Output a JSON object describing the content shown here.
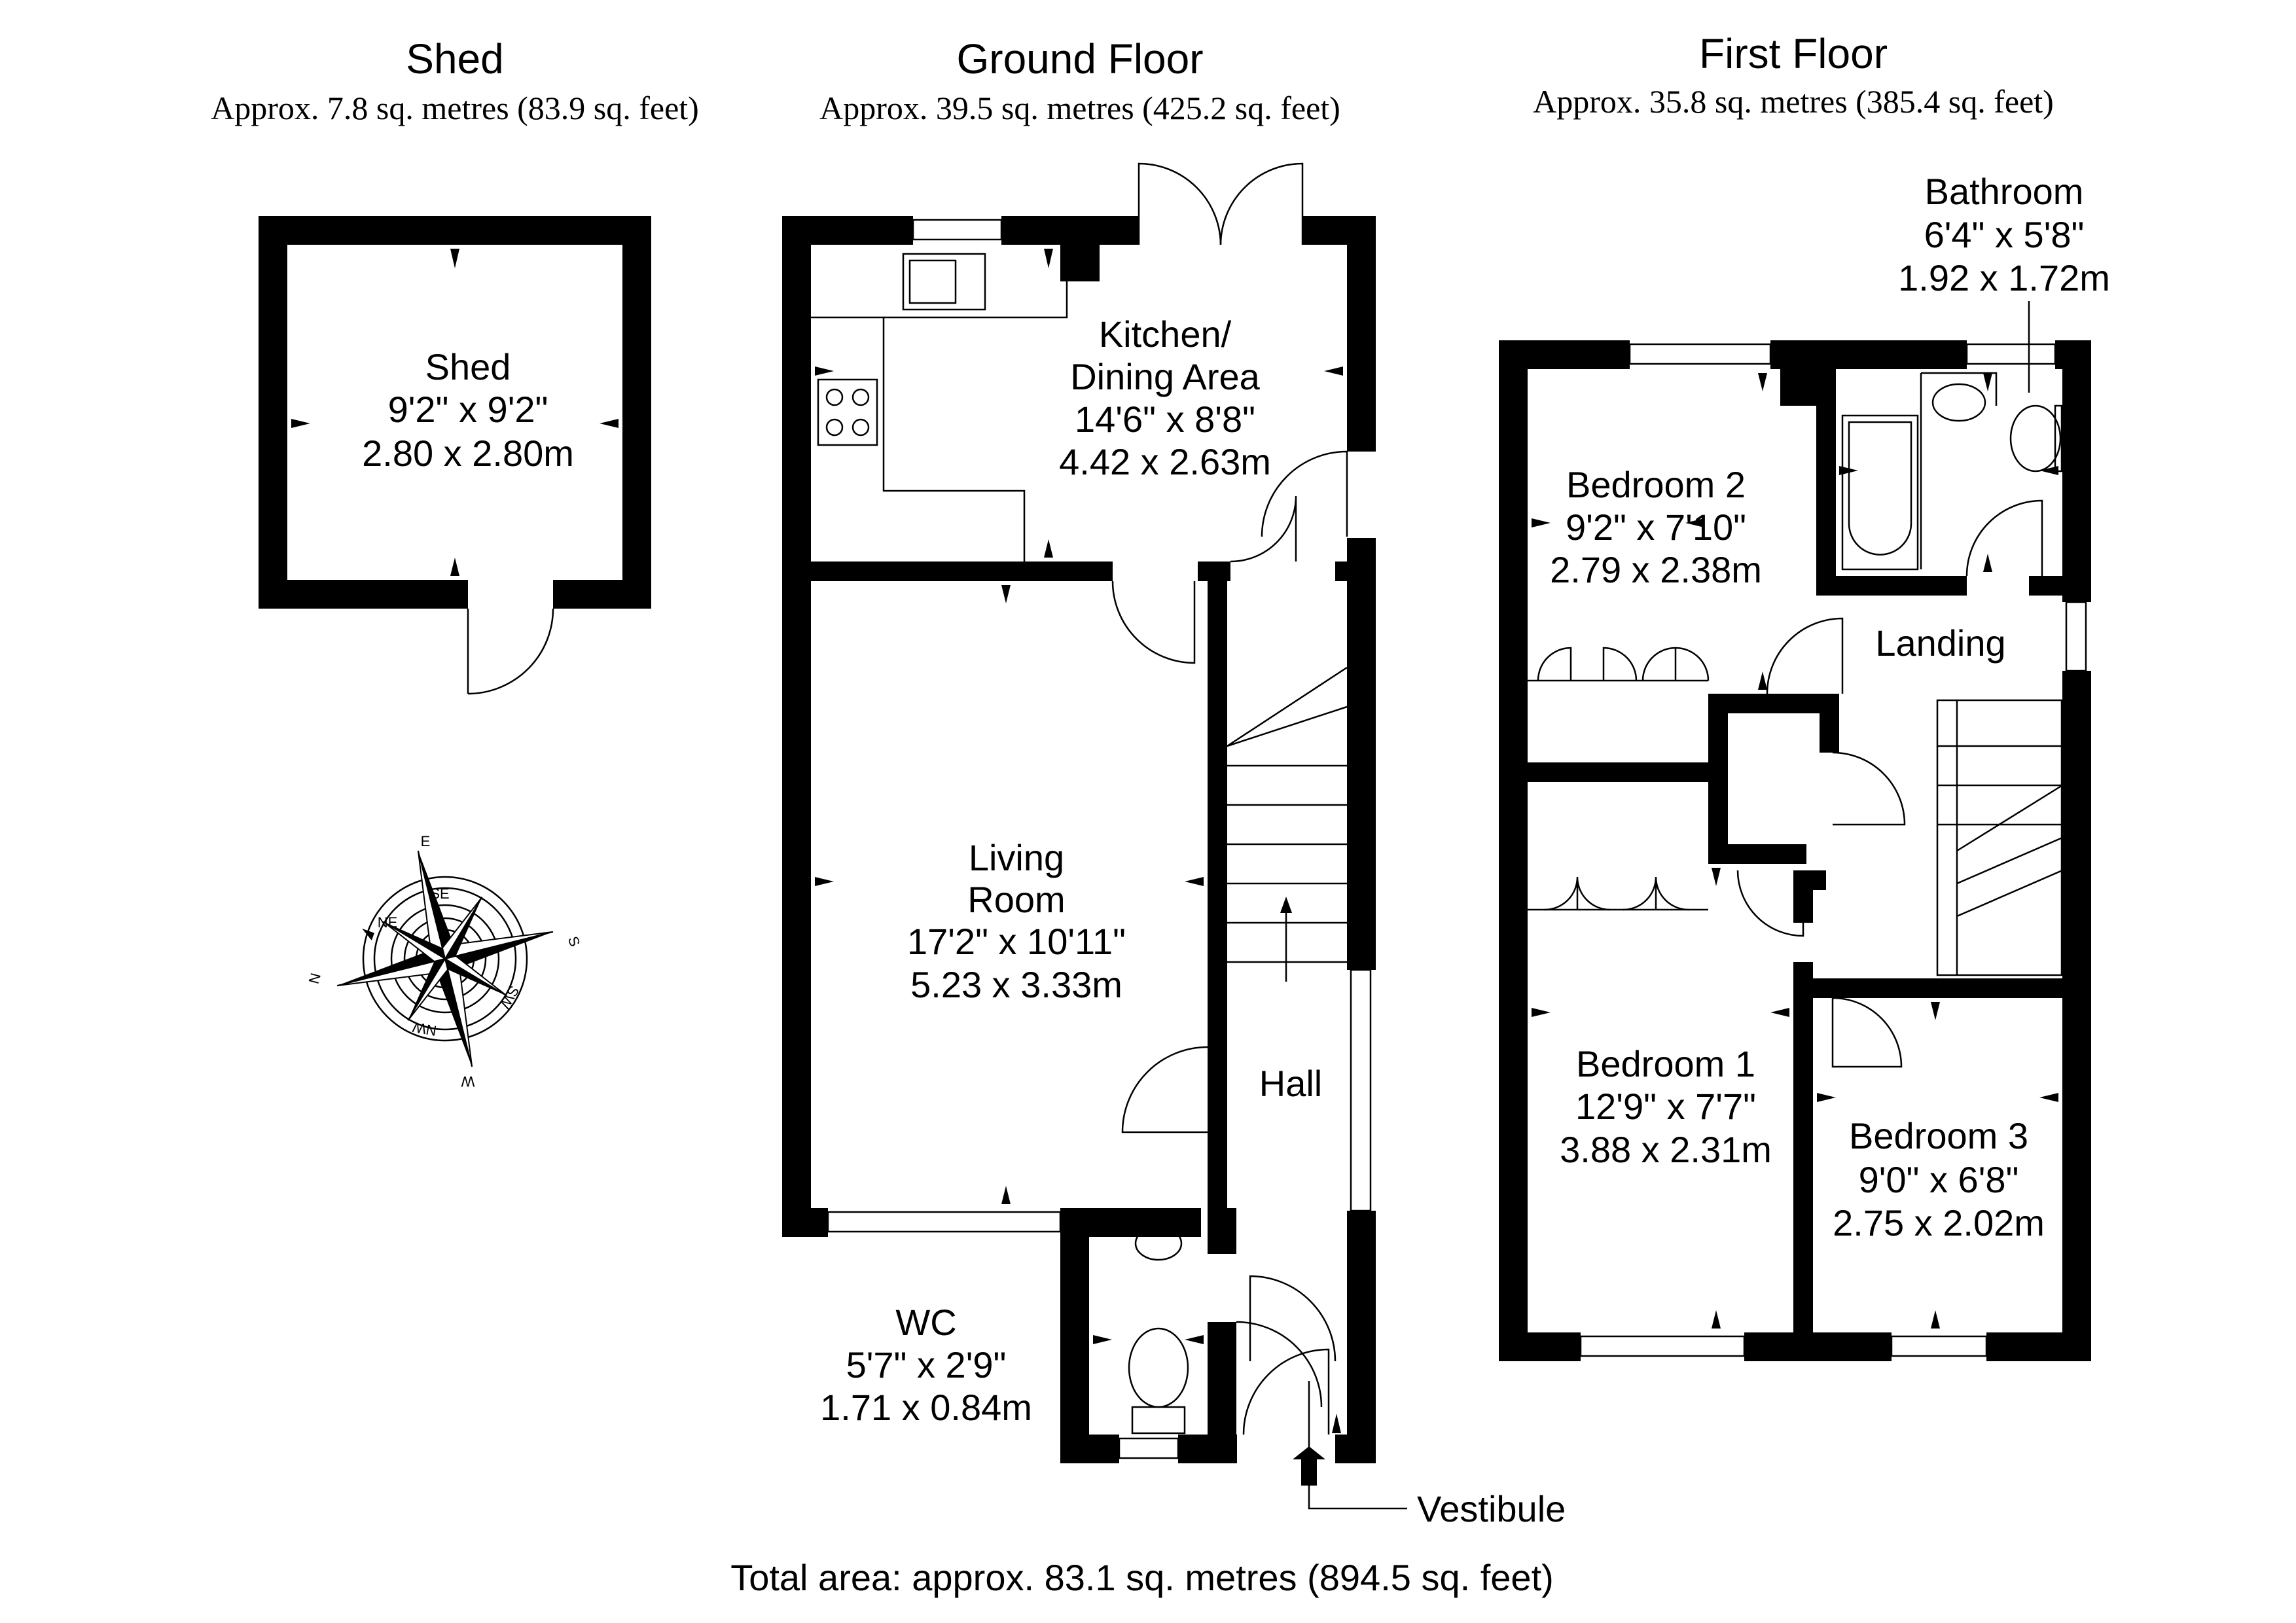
{
  "headings": {
    "shed": {
      "title": "Shed",
      "area": "Approx. 7.8 sq. metres (83.9 sq. feet)"
    },
    "ground": {
      "title": "Ground Floor",
      "area": "Approx. 39.5 sq. metres (425.2 sq. feet)"
    },
    "first": {
      "title": "First Floor",
      "area": "Approx. 35.8 sq. metres (385.4 sq. feet)"
    }
  },
  "rooms": {
    "shed": {
      "name": "Shed",
      "imperial": "9'2\" x 9'2\"",
      "metric": "2.80 x 2.80m"
    },
    "kitchen": {
      "name_line1": "Kitchen/",
      "name_line2": "Dining Area",
      "imperial": "14'6\" x 8'8\"",
      "metric": "4.42 x 2.63m"
    },
    "living": {
      "name_line1": "Living",
      "name_line2": "Room",
      "imperial": "17'2\" x 10'11\"",
      "metric": "5.23 x 3.33m"
    },
    "hall": {
      "name": "Hall"
    },
    "wc": {
      "name": "WC",
      "imperial": "5'7\" x 2'9\"",
      "metric": "1.71 x 0.84m"
    },
    "vestibule": {
      "name": "Vestibule"
    },
    "bathroom": {
      "name": "Bathroom",
      "imperial": "6'4\" x 5'8\"",
      "metric": "1.92 x 1.72m"
    },
    "bedroom2": {
      "name": "Bedroom 2",
      "imperial": "9'2\" x 7'10\"",
      "metric": "2.79 x 2.38m"
    },
    "landing": {
      "name": "Landing"
    },
    "bedroom1": {
      "name": "Bedroom 1",
      "imperial": "12'9\" x 7'7\"",
      "metric": "3.88 x 2.31m"
    },
    "bedroom3": {
      "name": "Bedroom 3",
      "imperial": "9'0\" x 6'8\"",
      "metric": "2.75 x 2.02m"
    }
  },
  "compass": {
    "n": "N",
    "e": "E",
    "s": "S",
    "w": "W",
    "ne": "NE",
    "se": "SE",
    "sw": "SW",
    "nw": "NW"
  },
  "total_area": "Total area: approx. 83.1 sq. metres (894.5 sq. feet)"
}
